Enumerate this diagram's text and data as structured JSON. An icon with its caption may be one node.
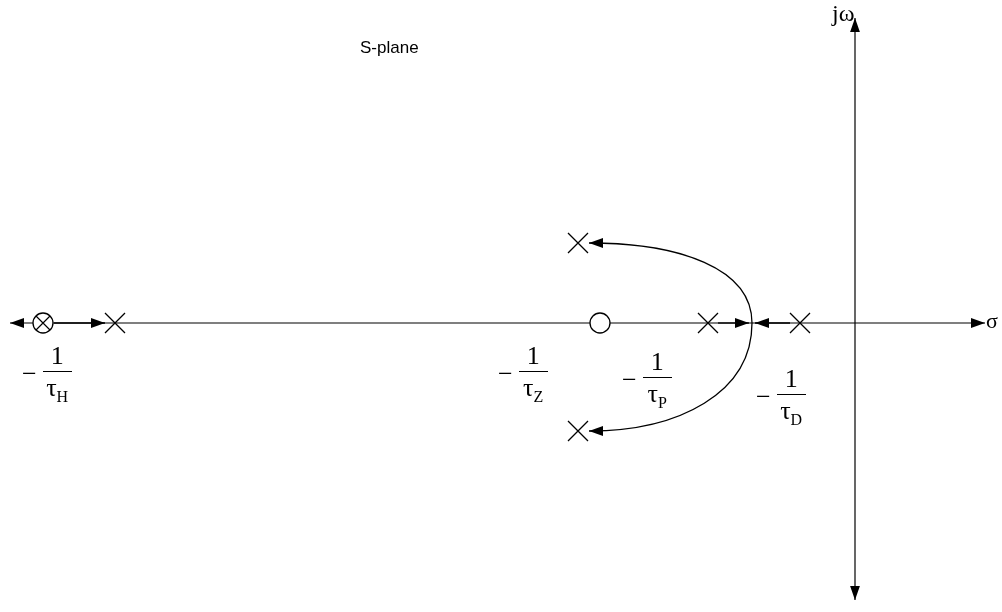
{
  "diagram": {
    "title": "S-plane",
    "nodes": [
      {
        "text": [],
        "shape": "circle"
      },
      {
        "text": [],
        "shape": "cross"
      },
      {
        "text": [],
        "shape": "circle"
      },
      {
        "text": [],
        "shape": "cross"
      },
      {
        "text": [],
        "shape": "cross"
      },
      {
        "text": [],
        "shape": "cross"
      },
      {
        "text": [],
        "shape": "cross"
      }
    ],
    "edges": [
      {
        "from": 0,
        "to": 1,
        "arrow": "to"
      },
      {
        "from": 3,
        "to": 5,
        "arrow": "to"
      },
      {
        "from": 3,
        "to": 6,
        "arrow": "to"
      },
      {
        "from": 4,
        "to": 5,
        "arrow": "to"
      },
      {
        "from": 4,
        "to": 6,
        "arrow": "to"
      }
    ],
    "labels": [
      "jω",
      "σ",
      "−",
      "1",
      "τ$_{H}$",
      "−",
      "1",
      "τ$_{Z}$",
      "−",
      "1",
      "τ$_{P}$",
      "−",
      "1",
      "τ$_{D}$"
    ]
  }
}
